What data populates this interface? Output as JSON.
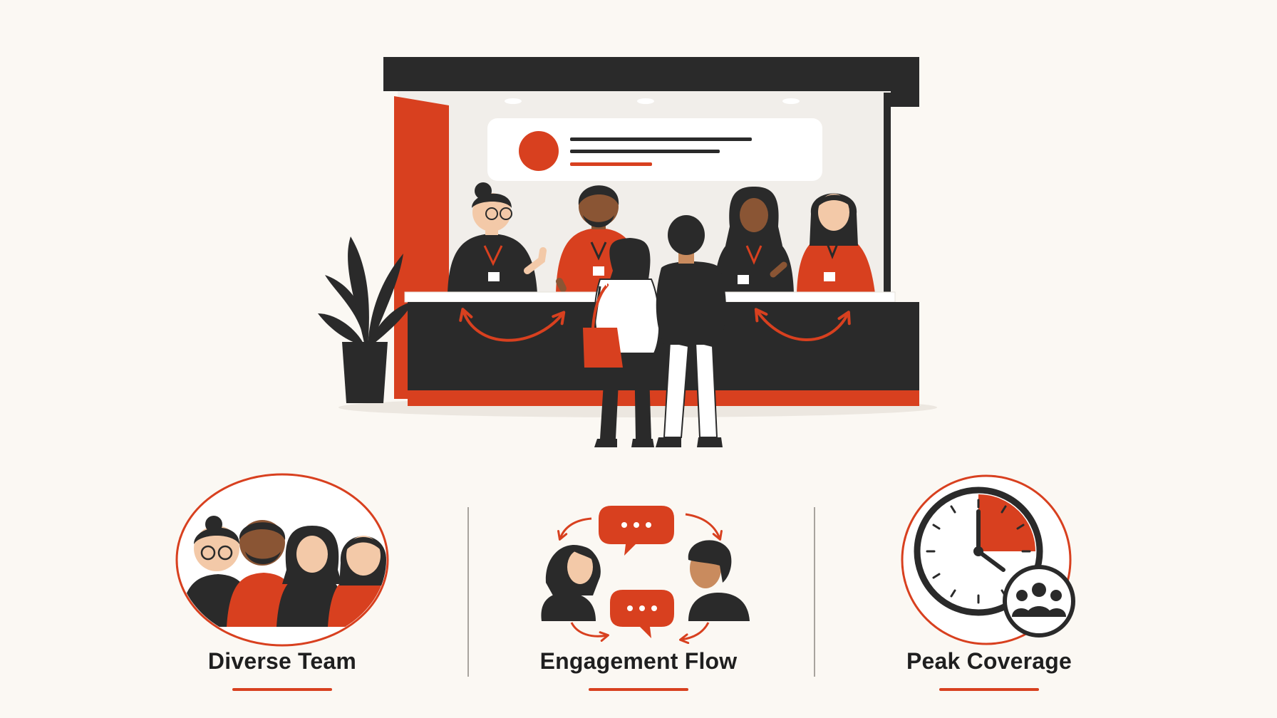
{
  "colors": {
    "background": "#fbf8f3",
    "accent": "#d8401f",
    "dark": "#2a2a2a",
    "light_panel": "#f3f0ec",
    "skin_light": "#f3c9a8",
    "skin_medium": "#c98b5e",
    "skin_dark": "#8a5534"
  },
  "features": [
    {
      "icon": "diverse-team-icon",
      "label": "Diverse Team"
    },
    {
      "icon": "engagement-flow-icon",
      "label": "Engagement Flow"
    },
    {
      "icon": "peak-coverage-icon",
      "label": "Peak Coverage"
    }
  ],
  "clock": {
    "shaded_fraction": 0.25
  }
}
